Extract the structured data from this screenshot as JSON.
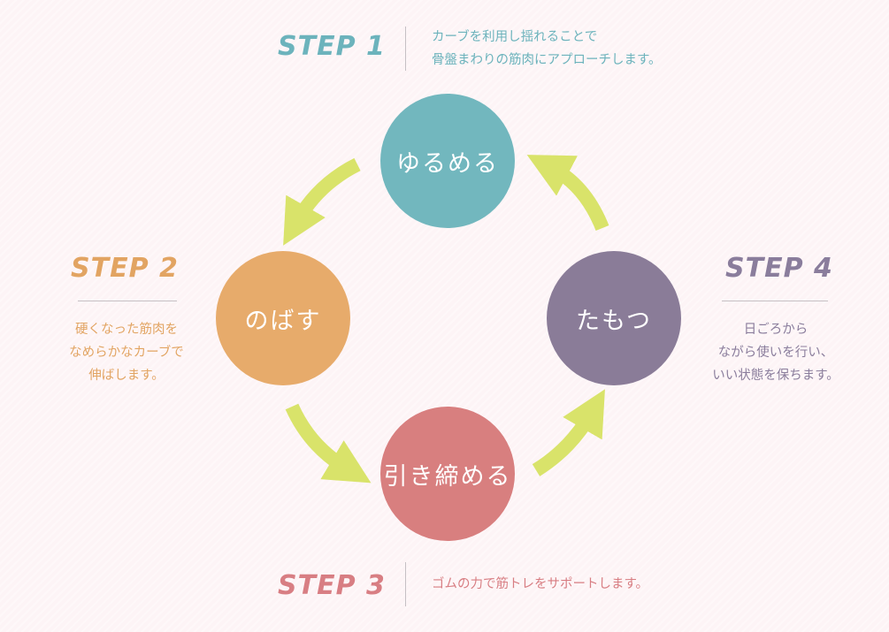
{
  "steps": [
    {
      "heading": "STEP 1",
      "circle_label": "ゆるめる",
      "description": [
        "カーブを利用し揺れることで",
        "骨盤まわりの筋肉にアプローチします。"
      ]
    },
    {
      "heading": "STEP 2",
      "circle_label": "のばす",
      "description": [
        "硬くなった筋肉を",
        "なめらかなカーブで",
        "伸ばします。"
      ]
    },
    {
      "heading": "STEP 3",
      "circle_label": "引き締める",
      "description": [
        "ゴムの力で筋トレをサポートします。"
      ]
    },
    {
      "heading": "STEP 4",
      "circle_label": "たもつ",
      "description": [
        "日ごろから",
        "ながら使いを行い、",
        "いい状態を保ちます。"
      ]
    }
  ],
  "colors": {
    "step1": "#72b7be",
    "step2": "#e7ab6b",
    "step3": "#d87f7f",
    "step4": "#8a7c98",
    "arrow": "#d9e36a",
    "background": "#fdf4f6"
  }
}
